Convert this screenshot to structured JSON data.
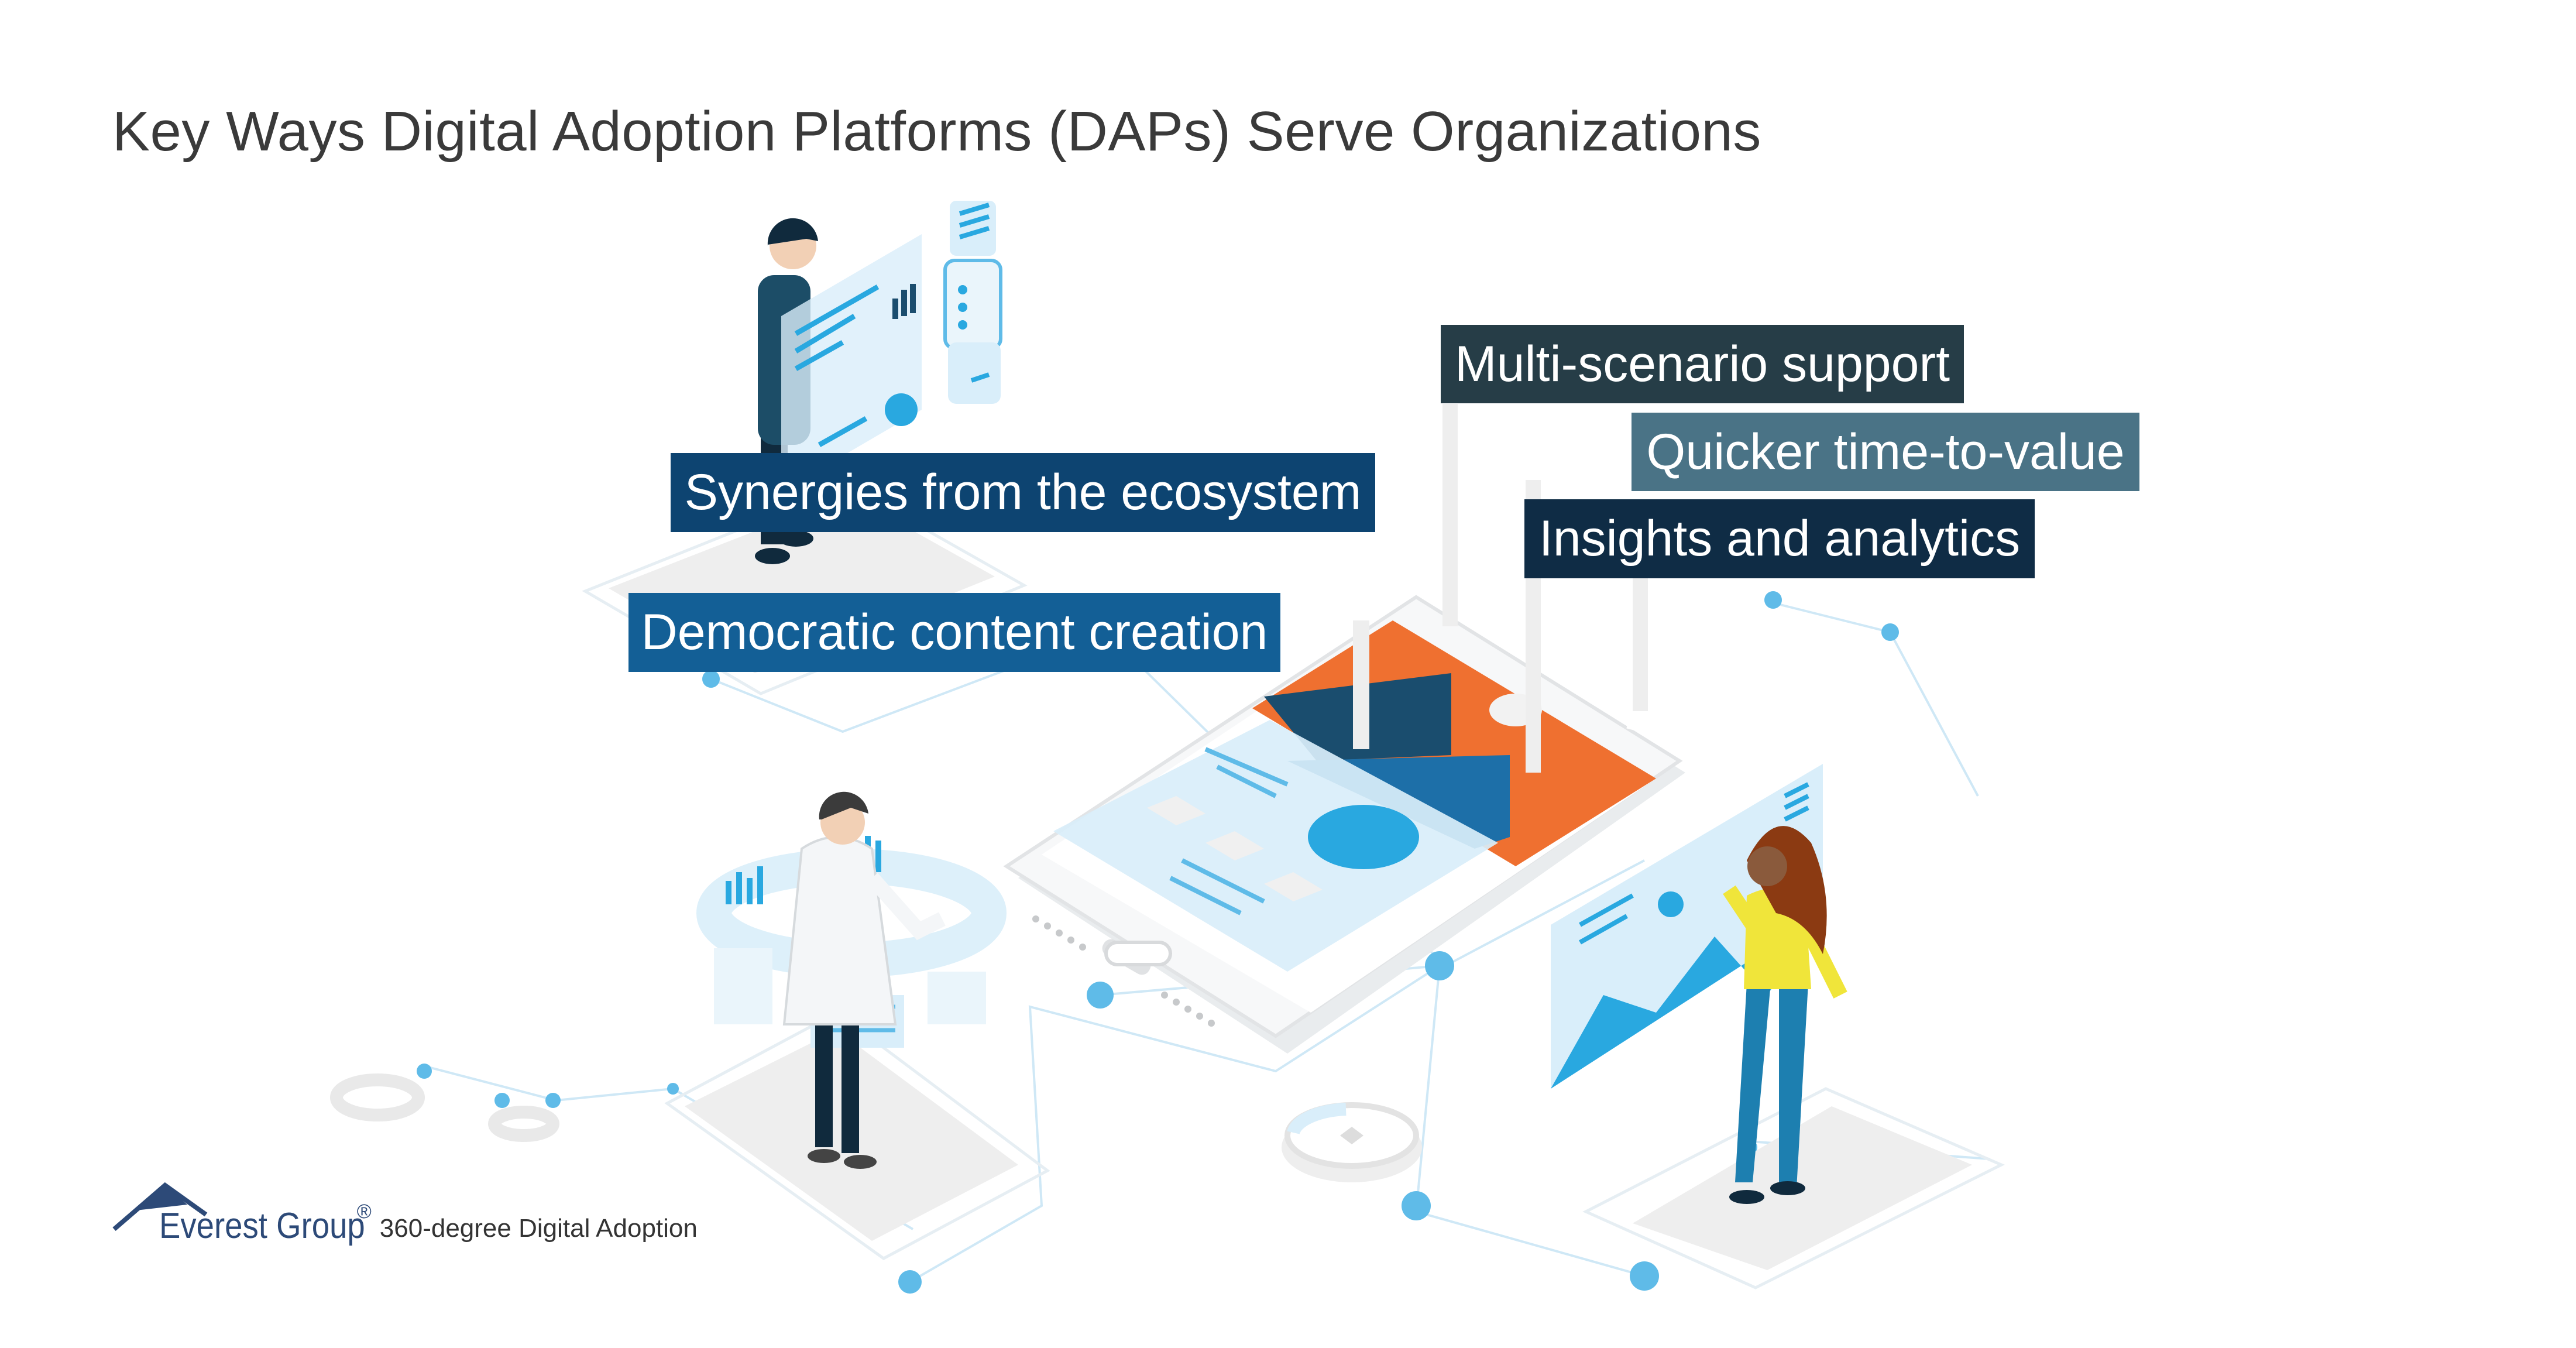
{
  "title": "Key Ways Digital Adoption Platforms (DAPs) Serve Organizations",
  "labels": {
    "multi_scenario": "Multi-scenario support",
    "quicker_time": "Quicker time-to-value",
    "insights": "Insights and analytics",
    "synergies": "Synergies from the ecosystem",
    "democratic": "Democratic content creation"
  },
  "footer": {
    "brand": "Everest Group",
    "registered": "®",
    "subtitle": "360-degree Digital Adoption"
  },
  "colors": {
    "dark_teal": "#263d47",
    "slate_teal": "#4a7386",
    "dark_navy": "#0f2c45",
    "deep_blue": "#0d4471",
    "medium_blue": "#135f96",
    "accent_orange": "#ef7030",
    "accent_cyan": "#29a8e0",
    "light_blue": "#d9eefa"
  },
  "icons": [
    "everest-mountain-icon",
    "gear-icon",
    "smartphone-illustration",
    "person-illustration"
  ]
}
